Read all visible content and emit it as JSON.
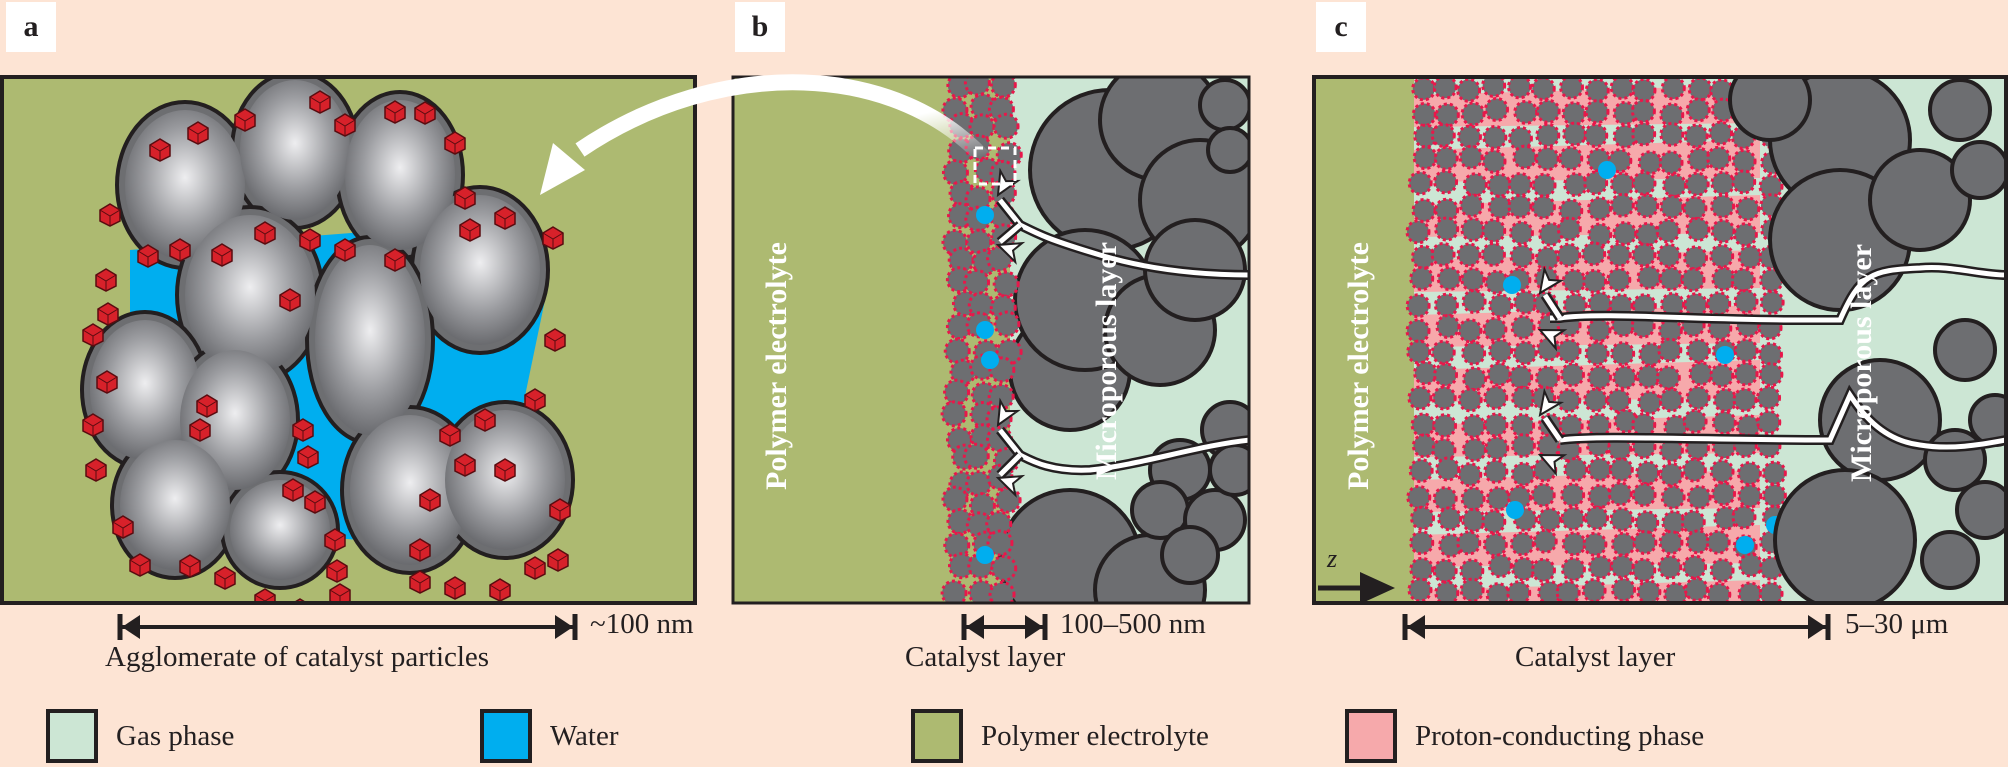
{
  "panels": {
    "a": {
      "letter": "a",
      "scale_value": "~100 nm",
      "caption": "Agglomerate of catalyst particles"
    },
    "b": {
      "letter": "b",
      "left_region_label": "Polymer electrolyte",
      "right_region_label": "Microporous layer",
      "scale_value": "100–500 nm",
      "caption": "Catalyst layer"
    },
    "c": {
      "letter": "c",
      "left_region_label": "Polymer electrolyte",
      "right_region_label": "Microporous layer",
      "axis_label": "z",
      "scale_value": "5–30 μm",
      "caption": "Catalyst layer"
    }
  },
  "legend": [
    {
      "label": "Gas phase",
      "color": "#cce6d4"
    },
    {
      "label": "Water",
      "color": "#00aeef"
    },
    {
      "label": "Polymer electrolyte",
      "color": "#adba71"
    },
    {
      "label": "Proton-conducting phase",
      "color": "#f6a9ab"
    }
  ],
  "colors": {
    "background": "#fde4d4",
    "polymer": "#adba71",
    "gas": "#cce6d4",
    "water": "#00aeef",
    "proton": "#f6a9ab",
    "carbon": "#6d6e71",
    "catalyst_dot": "#e8174a",
    "platinum": "#d7212a"
  }
}
